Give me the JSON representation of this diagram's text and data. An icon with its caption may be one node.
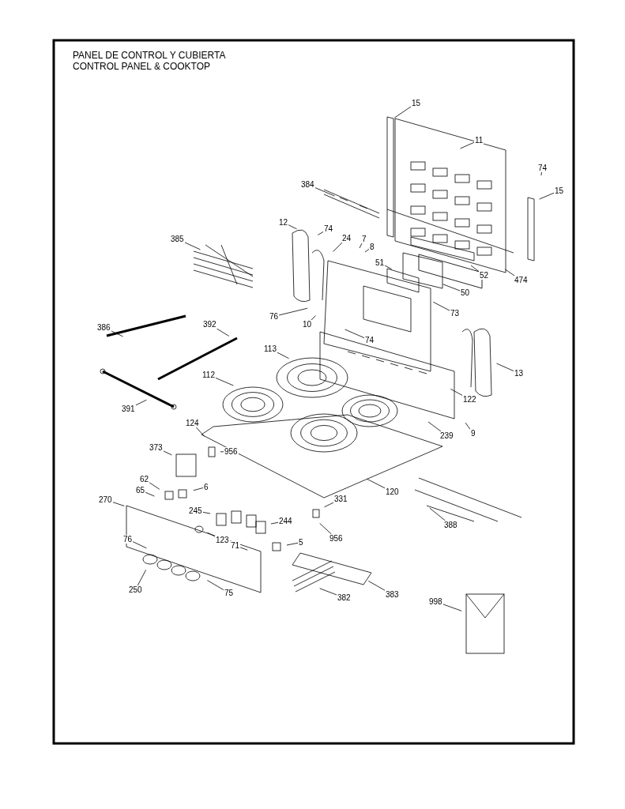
{
  "diagram": {
    "nodes": [
      {
        "text": [
          "15"
        ]
      },
      {
        "text": [
          "11"
        ]
      },
      {
        "text": [
          "74"
        ]
      },
      {
        "text": [
          "15"
        ]
      },
      {
        "text": [
          "384"
        ]
      },
      {
        "text": [
          "12"
        ]
      },
      {
        "text": [
          "74"
        ]
      },
      {
        "text": [
          "24"
        ]
      },
      {
        "text": [
          "7"
        ]
      },
      {
        "text": [
          "8"
        ]
      },
      {
        "text": [
          "385"
        ]
      },
      {
        "text": [
          "51"
        ]
      },
      {
        "text": [
          "52"
        ]
      },
      {
        "text": [
          "474"
        ]
      },
      {
        "text": [
          "50"
        ]
      },
      {
        "text": [
          "73"
        ]
      },
      {
        "text": [
          "76"
        ]
      },
      {
        "text": [
          "10"
        ]
      },
      {
        "text": [
          "386"
        ]
      },
      {
        "text": [
          "392"
        ]
      },
      {
        "text": [
          "74"
        ]
      },
      {
        "text": [
          "113"
        ]
      },
      {
        "text": [
          "13"
        ]
      },
      {
        "text": [
          "112"
        ]
      },
      {
        "text": [
          "122"
        ]
      },
      {
        "text": [
          "391"
        ]
      },
      {
        "text": [
          "9"
        ]
      },
      {
        "text": [
          "239"
        ]
      },
      {
        "text": [
          "124"
        ]
      },
      {
        "text": [
          "956"
        ]
      },
      {
        "text": [
          "373"
        ]
      },
      {
        "text": [
          "62"
        ]
      },
      {
        "text": [
          "65"
        ]
      },
      {
        "text": [
          "6"
        ]
      },
      {
        "text": [
          "120"
        ]
      },
      {
        "text": [
          "270"
        ]
      },
      {
        "text": [
          "245"
        ]
      },
      {
        "text": [
          "331"
        ]
      },
      {
        "text": [
          "244"
        ]
      },
      {
        "text": [
          "956"
        ]
      },
      {
        "text": [
          "388"
        ]
      },
      {
        "text": [
          "123"
        ]
      },
      {
        "text": [
          "5"
        ]
      },
      {
        "text": [
          "71"
        ]
      },
      {
        "text": [
          "76"
        ]
      },
      {
        "text": [
          "250"
        ]
      },
      {
        "text": [
          "75"
        ]
      },
      {
        "text": [
          "382"
        ]
      },
      {
        "text": [
          "383"
        ]
      },
      {
        "text": [
          "998"
        ]
      }
    ],
    "edges": [
      {
        "from": 0,
        "to": null,
        "arrow": "none"
      },
      {
        "from": 1,
        "to": null,
        "arrow": "none"
      },
      {
        "from": 2,
        "to": null,
        "arrow": "none"
      },
      {
        "from": 3,
        "to": null,
        "arrow": "none"
      },
      {
        "from": 4,
        "to": null,
        "arrow": "none"
      },
      {
        "from": 5,
        "to": null,
        "arrow": "none"
      },
      {
        "from": 6,
        "to": null,
        "arrow": "none"
      },
      {
        "from": 7,
        "to": null,
        "arrow": "none"
      },
      {
        "from": 8,
        "to": null,
        "arrow": "none"
      },
      {
        "from": 9,
        "to": null,
        "arrow": "none"
      },
      {
        "from": 10,
        "to": null,
        "arrow": "none"
      },
      {
        "from": 11,
        "to": null,
        "arrow": "none"
      },
      {
        "from": 12,
        "to": null,
        "arrow": "none"
      },
      {
        "from": 13,
        "to": null,
        "arrow": "none"
      },
      {
        "from": 14,
        "to": null,
        "arrow": "none"
      },
      {
        "from": 15,
        "to": null,
        "arrow": "none"
      },
      {
        "from": 16,
        "to": null,
        "arrow": "none"
      },
      {
        "from": 17,
        "to": null,
        "arrow": "none"
      },
      {
        "from": 18,
        "to": null,
        "arrow": "none"
      },
      {
        "from": 19,
        "to": null,
        "arrow": "none"
      },
      {
        "from": 20,
        "to": null,
        "arrow": "none"
      },
      {
        "from": 21,
        "to": null,
        "arrow": "none"
      },
      {
        "from": 22,
        "to": null,
        "arrow": "none"
      },
      {
        "from": 23,
        "to": null,
        "arrow": "none"
      },
      {
        "from": 24,
        "to": null,
        "arrow": "none"
      },
      {
        "from": 25,
        "to": null,
        "arrow": "none"
      },
      {
        "from": 26,
        "to": null,
        "arrow": "none"
      },
      {
        "from": 27,
        "to": null,
        "arrow": "none"
      },
      {
        "from": 28,
        "to": null,
        "arrow": "none"
      },
      {
        "from": 29,
        "to": null,
        "arrow": "none"
      },
      {
        "from": 30,
        "to": null,
        "arrow": "none"
      },
      {
        "from": 31,
        "to": null,
        "arrow": "none"
      },
      {
        "from": 32,
        "to": null,
        "arrow": "none"
      },
      {
        "from": 33,
        "to": null,
        "arrow": "none"
      },
      {
        "from": 34,
        "to": null,
        "arrow": "none"
      },
      {
        "from": 35,
        "to": null,
        "arrow": "none"
      },
      {
        "from": 36,
        "to": null,
        "arrow": "none"
      },
      {
        "from": 37,
        "to": null,
        "arrow": "none"
      },
      {
        "from": 38,
        "to": null,
        "arrow": "none"
      },
      {
        "from": 39,
        "to": null,
        "arrow": "none"
      },
      {
        "from": 40,
        "to": null,
        "arrow": "none"
      },
      {
        "from": 41,
        "to": null,
        "arrow": "none"
      },
      {
        "from": 42,
        "to": null,
        "arrow": "none"
      },
      {
        "from": 43,
        "to": null,
        "arrow": "none"
      },
      {
        "from": 44,
        "to": null,
        "arrow": "none"
      },
      {
        "from": 45,
        "to": null,
        "arrow": "none"
      },
      {
        "from": 46,
        "to": null,
        "arrow": "none"
      },
      {
        "from": 47,
        "to": null,
        "arrow": "none"
      },
      {
        "from": 48,
        "to": null,
        "arrow": "none"
      },
      {
        "from": 49,
        "to": null,
        "arrow": "none"
      }
    ],
    "labels": [
      "PANEL DE CONTROL Y CUBIERTA",
      "CONTROL PANEL & COOKTOP"
    ]
  }
}
